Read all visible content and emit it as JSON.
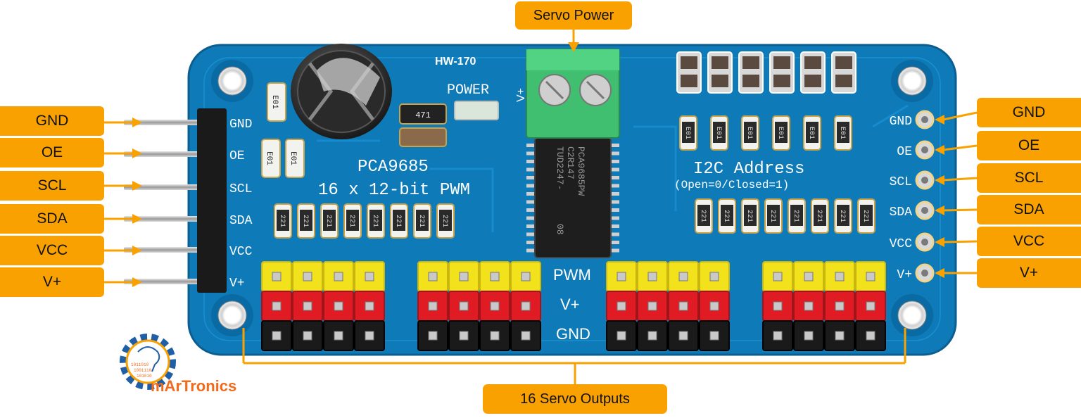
{
  "callouts": {
    "servo_power": "Servo Power",
    "servo_outputs": "16 Servo Outputs"
  },
  "left_pins": [
    "GND",
    "OE",
    "SCL",
    "SDA",
    "VCC",
    "V+"
  ],
  "right_pins": [
    "GND",
    "OE",
    "SCL",
    "SDA",
    "VCC",
    "V+"
  ],
  "board": {
    "model": "HW-170",
    "power_label": "POWER",
    "chip_name": "PCA9685",
    "subtitle": "16 x 12-bit PWM",
    "i2c_title": "I2C Address",
    "i2c_note": "(Open=0/Closed=1)",
    "row_labels": [
      "PWM",
      "V+",
      "GND"
    ],
    "terminal_label": "V+",
    "resistor_code_small": "E01",
    "resistor_code_array": "221",
    "resistor_code_power": "471",
    "ic_marking": [
      "PCA9685PW",
      "C2R147",
      "TUD2247-",
      "08"
    ],
    "board_pins_left": [
      "GND",
      "OE",
      "SCL",
      "SDA",
      "VCC",
      "V+"
    ],
    "board_pins_right": [
      "GND",
      "OE",
      "SCL",
      "SDA",
      "VCC",
      "V+"
    ]
  },
  "brand": {
    "name": "mArTronics",
    "gear_binary": [
      "1011010",
      "1001110",
      "101010"
    ]
  },
  "colors": {
    "accent": "#F8A100",
    "board": "#0E7BB8",
    "header_yellow": "#F2E21C",
    "header_red": "#E11B24",
    "header_black": "#1A1A1A",
    "terminal_green": "#3FBF6F",
    "brand": "#F26B1D"
  }
}
